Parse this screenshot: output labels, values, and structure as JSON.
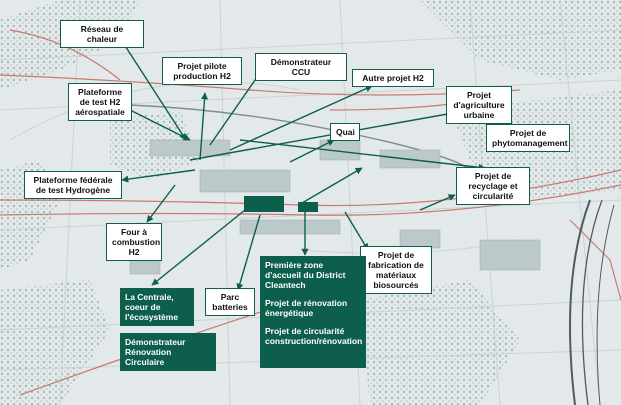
{
  "colors": {
    "accent": "#0d5e4d",
    "map_background": "#e3e9ea",
    "rail": "#c97a6f",
    "vegetation": "#9fb7b5"
  },
  "labels": {
    "reseau_chaleur": "Réseau de chaleur",
    "projet_pilote_h2": "Projet pilote production H2",
    "demonstrateur_ccu": "Démonstrateur CCU",
    "autre_projet_h2": "Autre projet H2",
    "plateforme_test_h2": "Plateforme de test H2 aérospatiale",
    "quai": "Quai",
    "agriculture_urbaine": "Projet d'agriculture urbaine",
    "phytomanagement": "Projet de phytomanagement",
    "plateforme_federale": "Plateforme fédérale de test Hydrogène",
    "recyclage": "Projet de recyclage et circularité",
    "four_combustion": "Four à combustion H2",
    "materiaux_biosources": "Projet de fabrication de matériaux biosourcés",
    "parc_batteries": "Parc batteries"
  },
  "dark_labels": {
    "la_centrale": "La Centrale, coeur de l'écosystème",
    "demonstrateur_renovation": "Démonstrateur Rénovation Circulaire",
    "cleantech_items": [
      "Première zone d'accueil du District Cleantech",
      "Projet de rénovation énergétique",
      "Projet de circularité construction/rénovation"
    ]
  }
}
